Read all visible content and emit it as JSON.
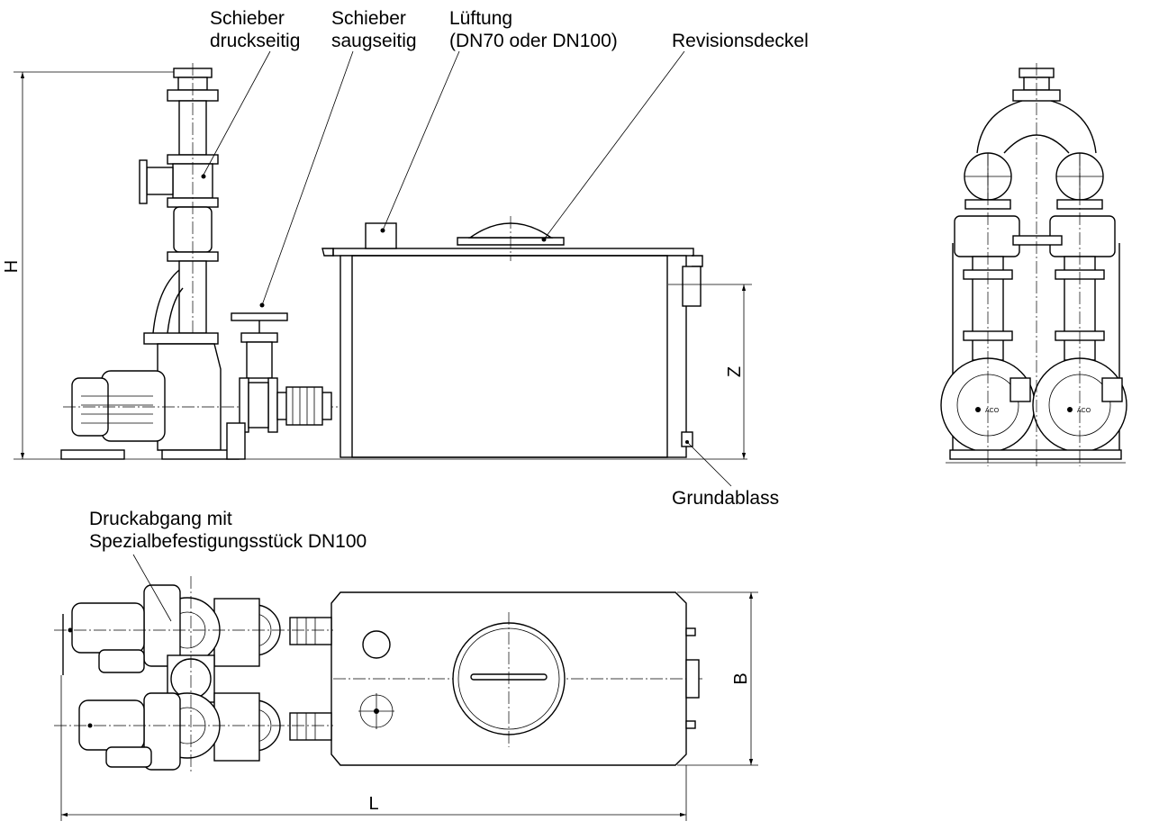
{
  "labels": {
    "schieber_druck": [
      "Schieber",
      "druckseitig"
    ],
    "schieber_saug": [
      "Schieber",
      "saugseitig"
    ],
    "lueftung": [
      "Lüftung",
      "(DN70 oder DN100)"
    ],
    "revisionsdeckel": "Revisionsdeckel",
    "grundablass": "Grundablass",
    "druckabgang": [
      "Druckabgang mit",
      "Spezialbefestigungsstück DN100"
    ]
  },
  "dimensions": {
    "height": "H",
    "z": "Z",
    "length": "L",
    "width": "B"
  },
  "pump_brand": "ACO"
}
